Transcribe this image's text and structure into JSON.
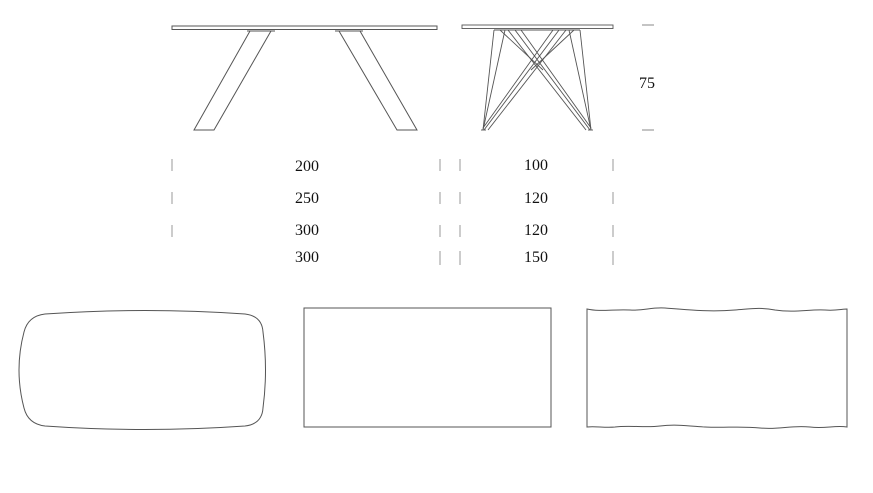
{
  "height_label": "75",
  "dimensions": [
    {
      "length": "200",
      "width": "100"
    },
    {
      "length": "250",
      "width": "120"
    },
    {
      "length": "300",
      "width": "120"
    },
    {
      "length": "300",
      "width": "150"
    }
  ],
  "line_color": "#555555",
  "tick_color": "#999999"
}
